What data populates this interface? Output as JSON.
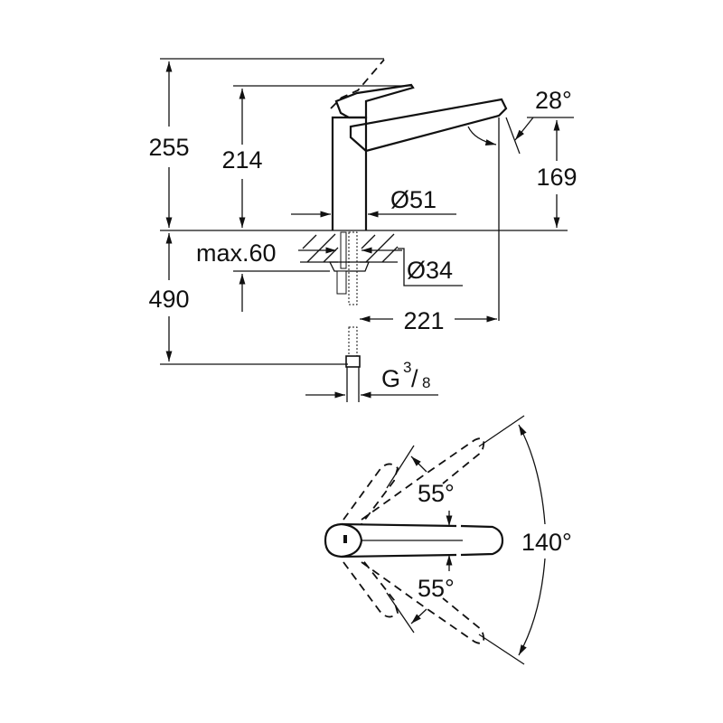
{
  "side_view": {
    "dim_total_height": "255",
    "dim_body_height": "214",
    "dim_spout_height": "169",
    "dim_spout_angle": "28°",
    "dim_body_diameter": "Ø51",
    "dim_max_counter": "max.60",
    "dim_hole_diameter": "Ø34",
    "dim_below_counter": "490",
    "dim_reach": "221",
    "connection_g": "G",
    "connection_num": "3",
    "connection_den": "8"
  },
  "top_view": {
    "angle_up": "55°",
    "angle_down": "55°",
    "angle_total": "140°"
  },
  "colors": {
    "line": "#111111",
    "background": "#ffffff"
  }
}
